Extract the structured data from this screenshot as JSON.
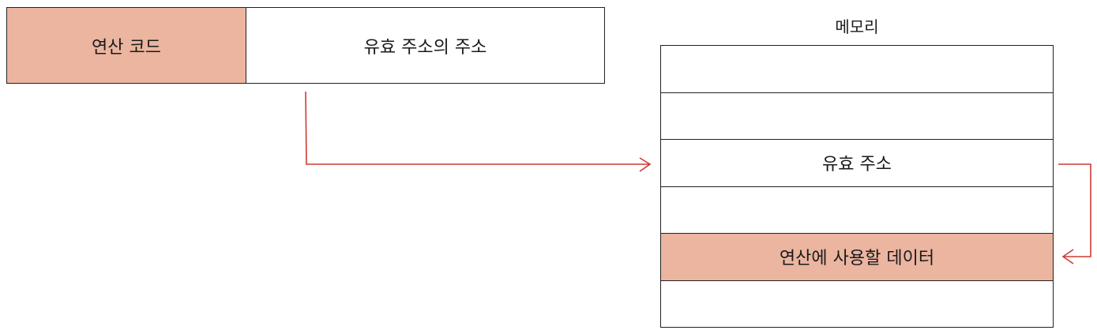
{
  "instruction": {
    "opcode_label": "연산 코드",
    "operand_label": "유효 주소의 주소"
  },
  "memory": {
    "title": "메모리",
    "cells": [
      {
        "label": "",
        "highlight": false
      },
      {
        "label": "",
        "highlight": false
      },
      {
        "label": "유효 주소",
        "highlight": false
      },
      {
        "label": "",
        "highlight": false
      },
      {
        "label": "연산에 사용할 데이터",
        "highlight": true
      },
      {
        "label": "",
        "highlight": false
      }
    ]
  },
  "colors": {
    "highlight_fill": "#ebb5a0",
    "arrow": "#cc3b34",
    "border": "#222222"
  }
}
